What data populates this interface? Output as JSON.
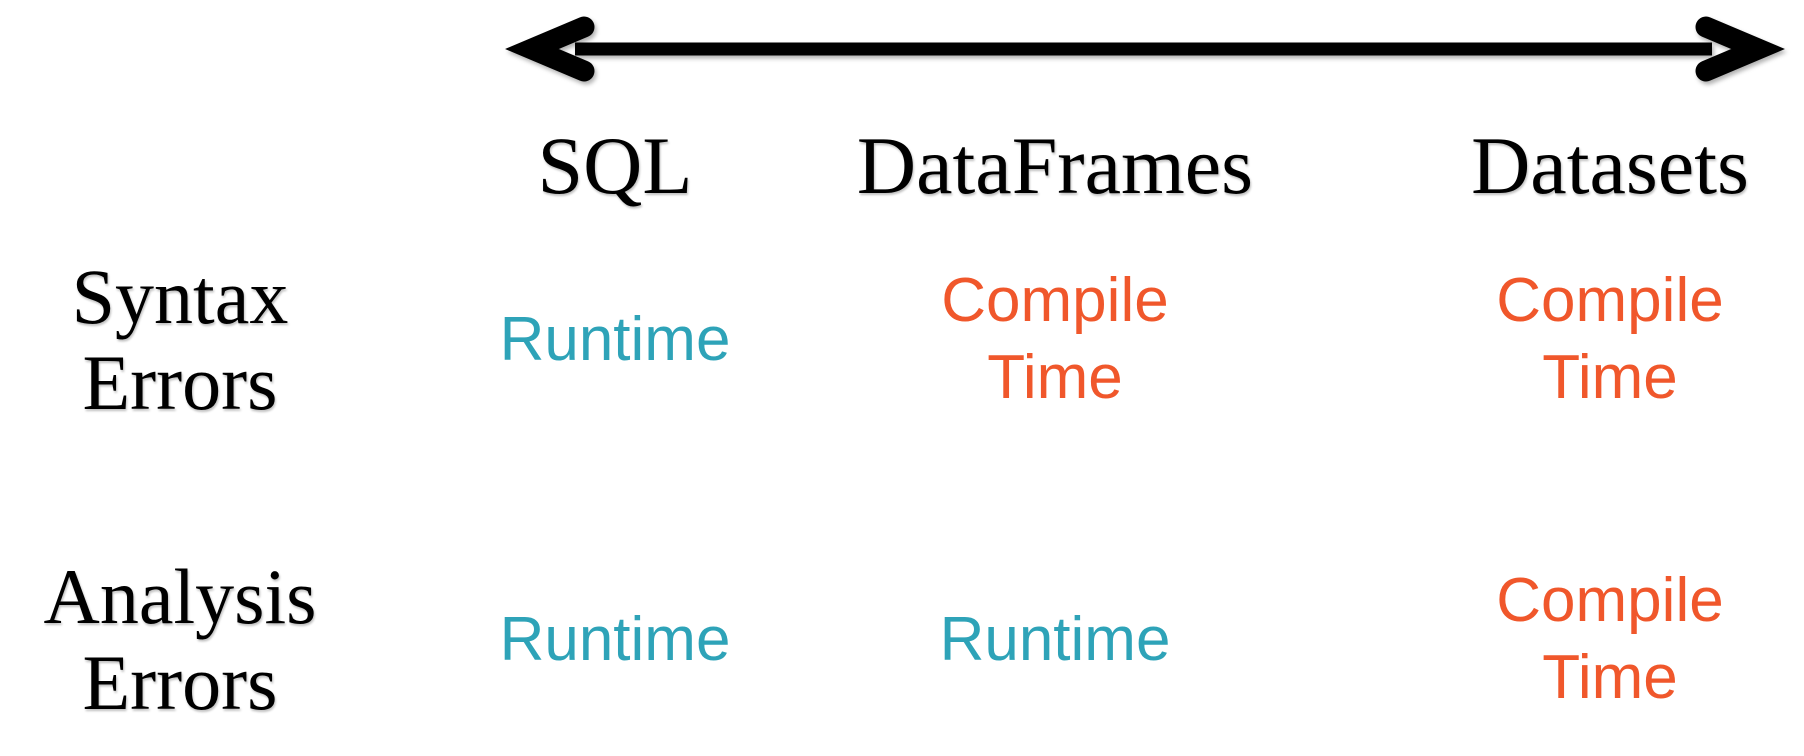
{
  "slide": {
    "arrow": {
      "name": "double-headed-arrow",
      "color": "#000000"
    },
    "matrix": {
      "column_headers": [
        "SQL",
        "DataFrames",
        "Datasets"
      ],
      "row_headers": [
        "Syntax Errors",
        "Analysis Errors"
      ],
      "cells": [
        [
          {
            "text": "Runtime",
            "type": "runtime"
          },
          {
            "text": "Compile Time",
            "type": "compile"
          },
          {
            "text": "Compile Time",
            "type": "compile"
          }
        ],
        [
          {
            "text": "Runtime",
            "type": "runtime"
          },
          {
            "text": "Runtime",
            "type": "runtime"
          },
          {
            "text": "Compile Time",
            "type": "compile"
          }
        ]
      ]
    },
    "colors": {
      "runtime_teal": "#2EA3B8",
      "compile_orange": "#F0572B",
      "ink_black": "#000000",
      "background_white": "#FFFFFF"
    }
  },
  "chart_data": {
    "type": "table",
    "columns": [
      "SQL",
      "DataFrames",
      "Datasets"
    ],
    "rows": [
      {
        "label": "Syntax Errors",
        "values": [
          "Runtime",
          "Compile Time",
          "Compile Time"
        ]
      },
      {
        "label": "Analysis Errors",
        "values": [
          "Runtime",
          "Runtime",
          "Compile Time"
        ]
      }
    ]
  }
}
